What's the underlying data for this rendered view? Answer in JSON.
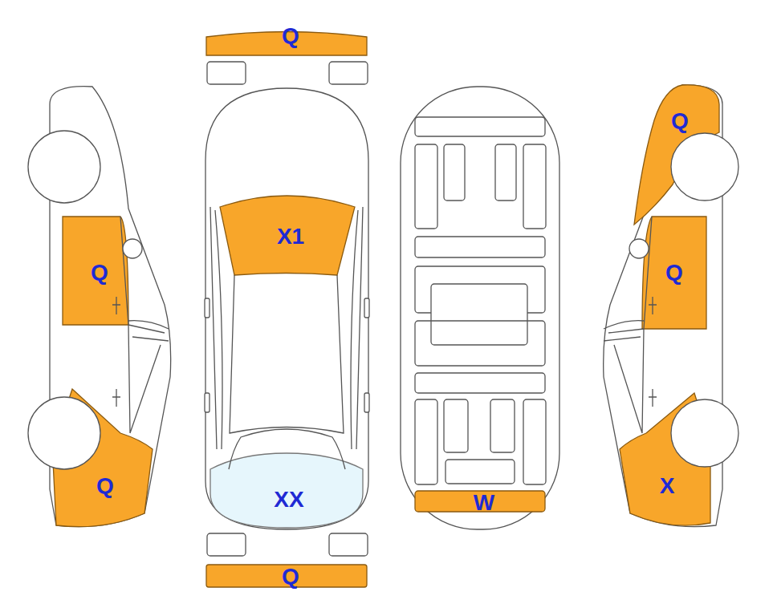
{
  "diagram": {
    "labels": [
      "Q",
      "Q",
      "X1",
      "Q",
      "Q",
      "Q",
      "X",
      "XX",
      "W",
      "Q"
    ]
  }
}
